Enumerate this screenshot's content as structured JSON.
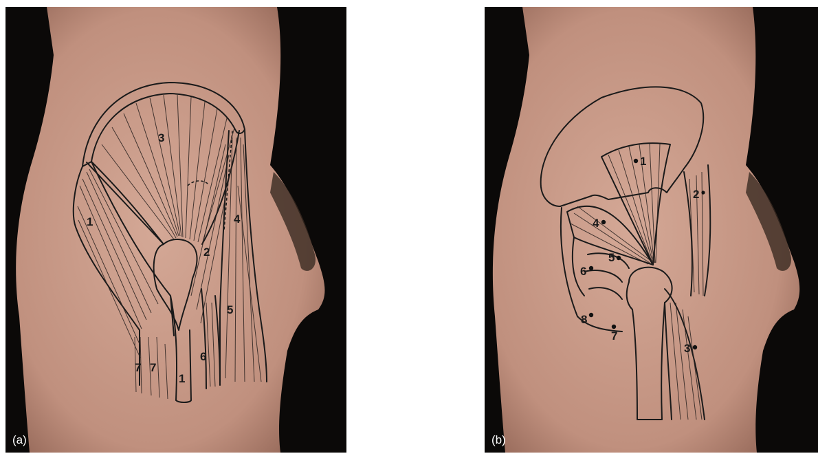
{
  "panels": [
    {
      "label": "(a)",
      "muscle_labels": [
        "1",
        "2",
        "3",
        "4",
        "5",
        "6",
        "7",
        "7",
        "1"
      ]
    },
    {
      "label": "(b)",
      "muscle_labels": [
        "1",
        "2",
        "3",
        "4",
        "5",
        "6",
        "7",
        "8"
      ]
    }
  ],
  "colors": {
    "background": "#0b0908",
    "skin": "#c79a87",
    "line": "#1a1a1a"
  }
}
